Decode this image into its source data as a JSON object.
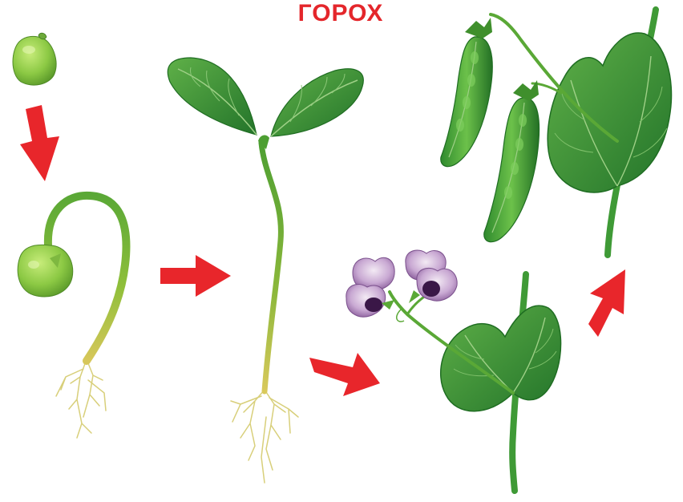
{
  "title": "ГОРОХ",
  "colors": {
    "arrow": "#e8262b",
    "leaf": "#3d9a34",
    "leaf_dark": "#1f6d22",
    "stem": "#5aa836",
    "root": "#d8cf7a",
    "seed": "#8cc944",
    "flower_petal": "#c9a9d3",
    "flower_center": "#3a1747"
  },
  "stages": [
    {
      "name": "seed",
      "icon": "pea-seed-icon"
    },
    {
      "name": "germinating-seed",
      "icon": "sprout-with-seed-icon"
    },
    {
      "name": "seedling",
      "icon": "seedling-icon"
    },
    {
      "name": "flowering-plant",
      "icon": "pea-flower-icon"
    },
    {
      "name": "fruiting-plant",
      "icon": "pea-pods-icon"
    }
  ],
  "arrows": [
    {
      "name": "arrow-down",
      "direction": "down"
    },
    {
      "name": "arrow-right",
      "direction": "right"
    },
    {
      "name": "arrow-down-right",
      "direction": "down-right"
    },
    {
      "name": "arrow-up-right",
      "direction": "up-right"
    }
  ]
}
